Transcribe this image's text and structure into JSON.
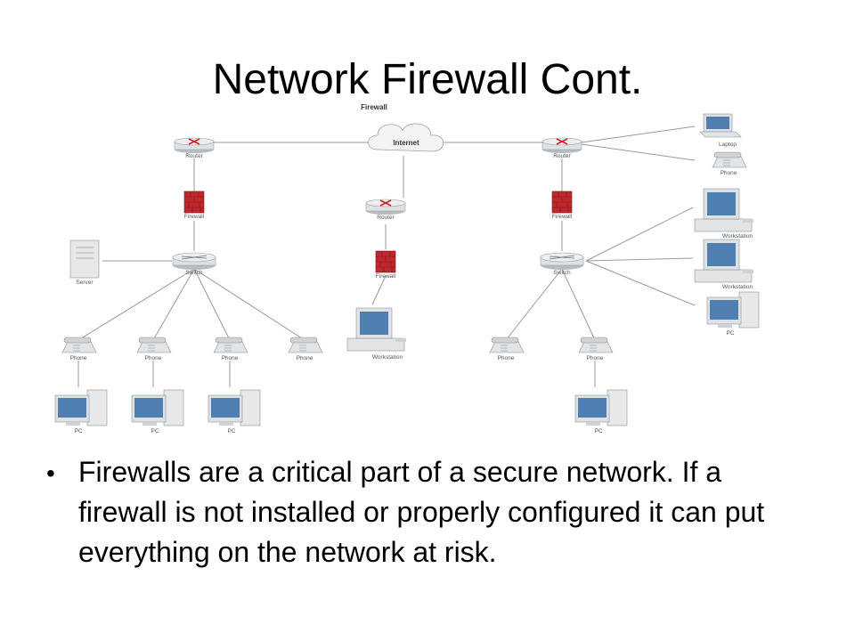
{
  "slide": {
    "title": "Network Firewall Cont."
  },
  "diagram": {
    "title": "Firewall",
    "cloud_label": "Internet",
    "labels": {
      "router": "Router",
      "firewall": "Firewall",
      "switch": "Switch",
      "server": "Server",
      "phone": "Phone",
      "pc": "PC",
      "workstation": "Workstation",
      "laptop": "Laptop"
    },
    "colors": {
      "firewall_brick": "#c0272d",
      "device_grey": "#e6e8ea",
      "screen_blue": "#4f7fb0",
      "link_line": "#9a9a9a"
    }
  },
  "bullets": [
    "Firewalls are a critical part of a secure network. If a firewall is not installed or properly configured it can put everything on the network at risk."
  ]
}
